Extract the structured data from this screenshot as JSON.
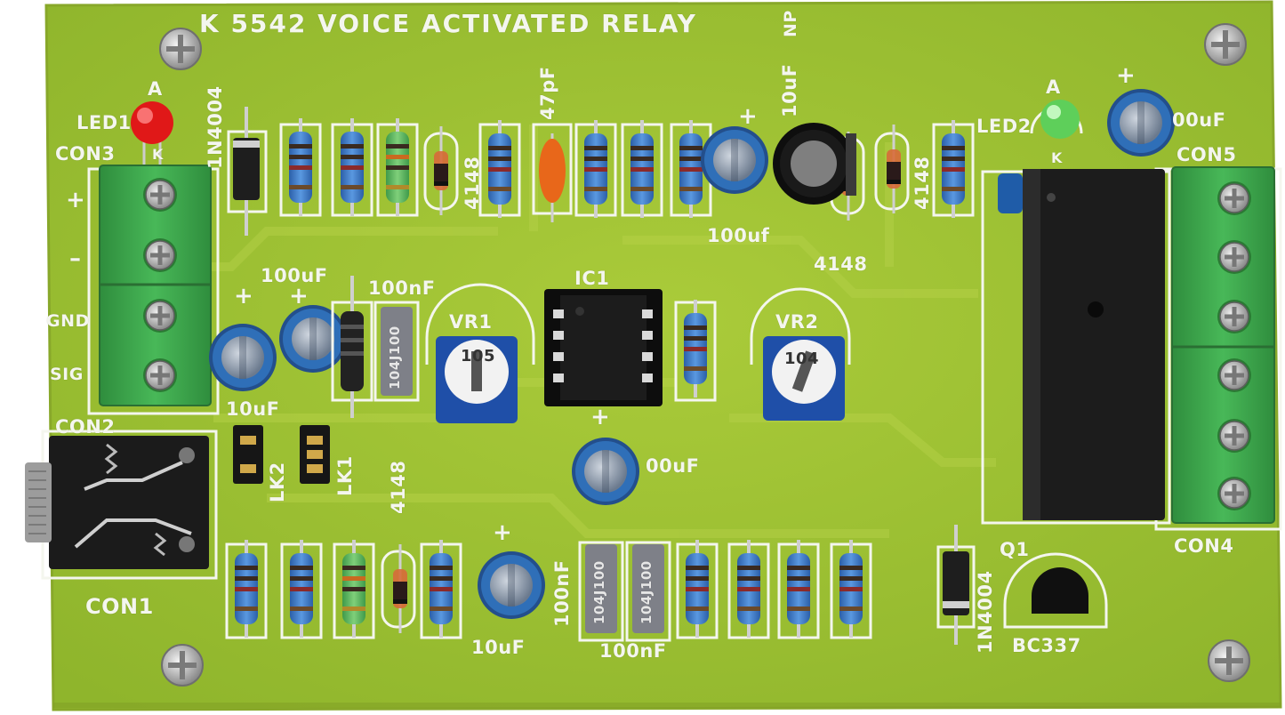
{
  "board": {
    "colors": {
      "pcb": "#a3c434",
      "pcb_edge": "#8aae2a",
      "silkscreen": "#f4f6ee",
      "terminal_block": "#3aa64a",
      "resistor_blue": "#3b78c4",
      "capacitor_blue": "#2f6fb8",
      "relay_body": "#1c1c1c"
    },
    "title": "K 5542 VOICE ACTIVATED RELAY",
    "np": "NP"
  },
  "labels": {
    "led1": "LED1",
    "con3": "CON3",
    "led2": "LED2",
    "con5": "CON5",
    "con2": "CON2",
    "con1": "CON1",
    "con4": "CON4",
    "ic1": "IC1",
    "vr1": "VR1",
    "vr2": "VR2",
    "lk1": "LK1",
    "lk2": "LK2",
    "q1": "Q1",
    "bc337": "BC337",
    "diode_top": "1N4004",
    "diode_bottom": "1N4004",
    "plus": "+",
    "minus": "–",
    "gnd": "GND",
    "sig": "SIG",
    "anode": "A",
    "cathode": "K",
    "cap_47pf": "47pF",
    "cap_10uf_np": "10uF",
    "cap_100uf_a": "100uf",
    "cap_100uf_b": "100uF",
    "cap_00uf_relay": "00uF",
    "cap_00uf_center": "00uF",
    "cap_100nf_a": "100nF",
    "cap_100nf_b": "100nF",
    "cap_100nf_c": "100nF",
    "cap_10uf_a": "10uF",
    "cap_10uf_b": "10uF",
    "d4148_a": "4148",
    "d4148_b": "4148",
    "d4148_c": "4148",
    "d4148_d": "4148",
    "film_code_a": "104J100",
    "film_code_b": "104J100",
    "film_code_c": "104J100",
    "trim_vr1": "105",
    "trim_vr2": "104"
  }
}
